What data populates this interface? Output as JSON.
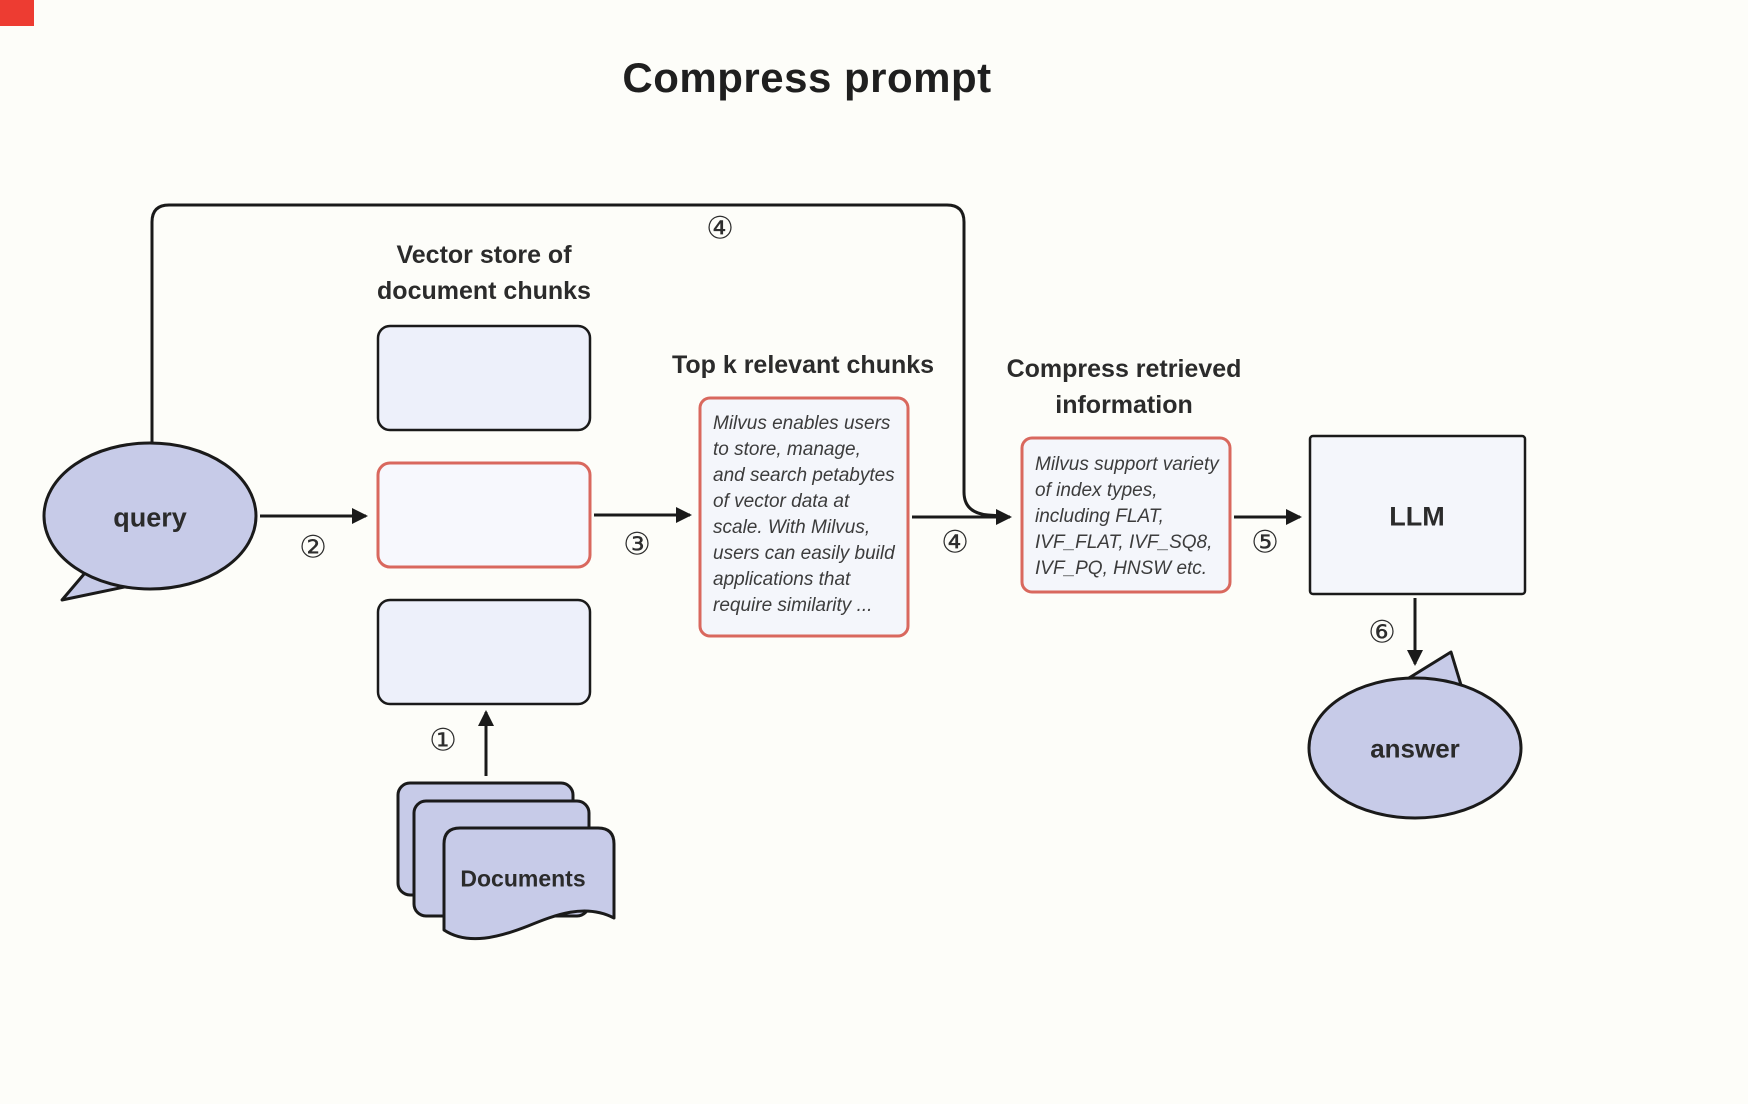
{
  "title": "Compress prompt",
  "nodes": {
    "query": "query",
    "vector_store_label": "Vector store of document chunks",
    "top_k_label": "Top k relevant chunks",
    "top_k_text": "Milvus enables users to store, manage, and search petabytes of vector data at scale. With Milvus, users can easily build applications that require similarity ...",
    "compress_label": "Compress retrieved information",
    "compress_text": "Milvus support variety of index types, including FLAT, IVF_FLAT, IVF_SQ8, IVF_PQ, HNSW etc.",
    "llm": "LLM",
    "answer": "answer",
    "documents": "Documents"
  },
  "steps": {
    "n1": "①",
    "n2": "②",
    "n3": "③",
    "n4": "④",
    "n4_top": "④",
    "n5": "⑤",
    "n6": "⑥"
  },
  "colors": {
    "bubble_fill": "#c7cbe8",
    "chunk_fill": "#edf0fa",
    "chunk_fill_light": "#f7f8fd",
    "textbox_fill": "#f4f6fb",
    "red_border": "#d9685e",
    "stroke": "#1a1a1a",
    "corner_mark": "#ed3c32"
  }
}
